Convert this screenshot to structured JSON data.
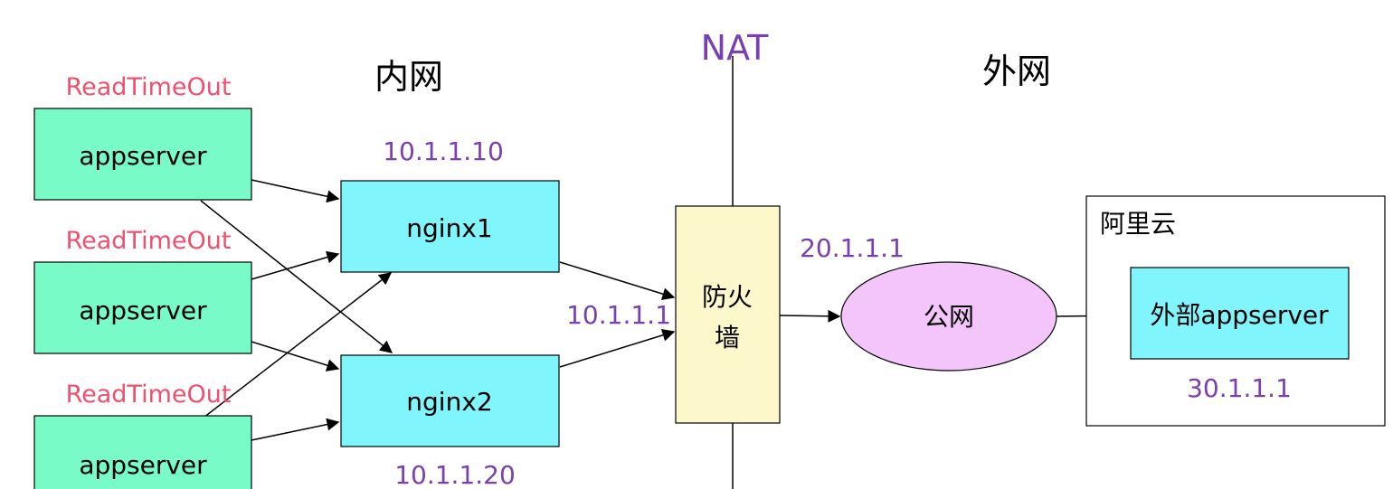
{
  "zones": {
    "inner": "内网",
    "outer": "外网",
    "nat": "NAT"
  },
  "nodes": {
    "appserver1": {
      "label": "appserver",
      "status": "ReadTimeOut"
    },
    "appserver2": {
      "label": "appserver",
      "status": "ReadTimeOut"
    },
    "appserver3": {
      "label": "appserver",
      "status": "ReadTimeOut"
    },
    "nginx1": {
      "label": "nginx1",
      "ip": "10.1.1.10"
    },
    "nginx2": {
      "label": "nginx2",
      "ip": "10.1.1.20"
    },
    "firewall": {
      "line1": "防火",
      "line2": "墙",
      "ip_in": "10.1.1.1",
      "ip_out": "20.1.1.1"
    },
    "public_net": {
      "label": "公网"
    },
    "aliyun": {
      "label": "阿里云"
    },
    "external_app": {
      "label": "外部appserver",
      "ip": "30.1.1.1"
    }
  },
  "colors": {
    "appserver_fill": "#79fbc8",
    "nginx_fill": "#80f5fc",
    "firewall_fill": "#fdf8cb",
    "public_fill": "#f4c5fb",
    "external_fill": "#80f5fc",
    "ip_text": "#7a3fb0",
    "timeout_text": "#f0506e"
  }
}
